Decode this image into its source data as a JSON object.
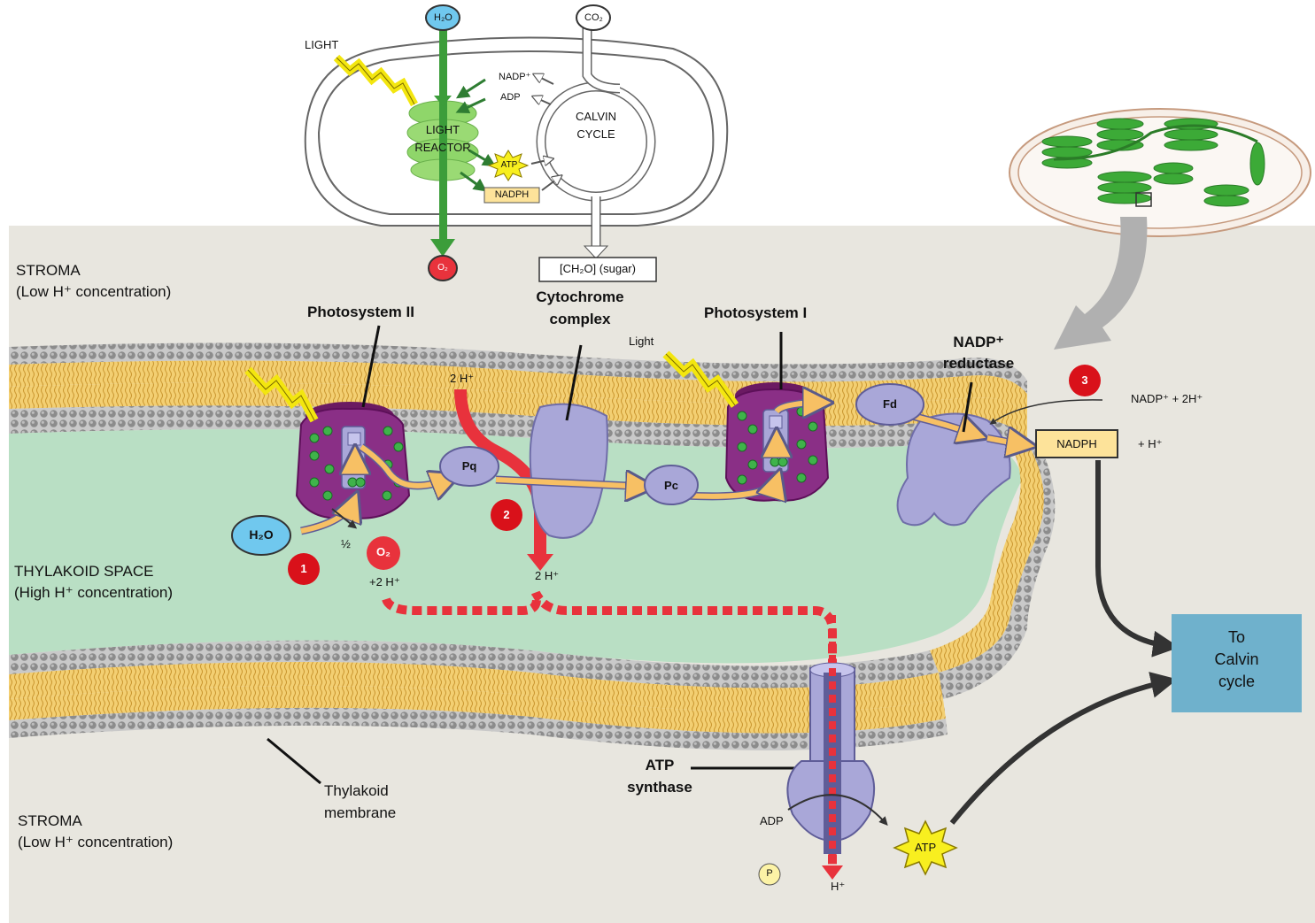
{
  "overview": {
    "h2o": "H₂O",
    "co2": "CO₂",
    "light": "LIGHT",
    "nadp_plus": "NADP⁺",
    "adp": "ADP",
    "calvin_line1": "CALVIN",
    "calvin_line2": "CYCLE",
    "reactor_line1": "LIGHT",
    "reactor_line2": "REACTOR",
    "atp": "ATP",
    "nadph": "NADPH",
    "o2": "O₂",
    "sugar": "[CH₂O] (sugar)"
  },
  "zones": {
    "stroma_top_line1": "STROMA",
    "stroma_top_line2": "(Low H⁺ concentration)",
    "thylakoid_line1": "THYLAKOID SPACE",
    "thylakoid_line2": "(High H⁺ concentration)",
    "stroma_bottom_line1": "STROMA",
    "stroma_bottom_line2": "(Low H⁺ concentration)"
  },
  "labels": {
    "photosystem_ii": "Photosystem II",
    "cytochrome_line1": "Cytochrome",
    "cytochrome_line2": "complex",
    "photosystem_i": "Photosystem I",
    "light": "Light",
    "nadp_reductase_line1": "NADP⁺",
    "nadp_reductase_line2": "reductase",
    "nadp_2h": "NADP⁺ + 2H⁺",
    "nadph": "NADPH",
    "plus_h": "+ H⁺",
    "two_h_top": "2 H⁺",
    "two_h_bottom": "2 H⁺",
    "pq": "Pq",
    "pc": "Pc",
    "fd": "Fd",
    "h2o": "H₂O",
    "half": "½",
    "o2": "O₂",
    "plus_2h": "+2 H⁺",
    "thylakoid_membrane_line1": "Thylakoid",
    "thylakoid_membrane_line2": "membrane",
    "atp_synthase_line1": "ATP",
    "atp_synthase_line2": "synthase",
    "adp": "ADP",
    "p": "P",
    "h_plus": "H⁺",
    "atp": "ATP",
    "to_calvin_line1": "To",
    "to_calvin_line2": "Calvin",
    "to_calvin_line3": "cycle"
  },
  "steps": [
    "1",
    "2",
    "3"
  ],
  "colors": {
    "stroma": "#e8e6df",
    "lumen": "#b9dfc4",
    "lipid_head": "#8a8a8a",
    "lipid_tail": "#f0c45a",
    "protein": "#a9a7d8",
    "photosystem": "#8a2f86",
    "electron_arrow": "#f7c064",
    "proton": "#e8323c",
    "step_badge": "#d9111a",
    "calvin_box": "#6fb1cc",
    "chloroplast_green": "#3caa37"
  }
}
